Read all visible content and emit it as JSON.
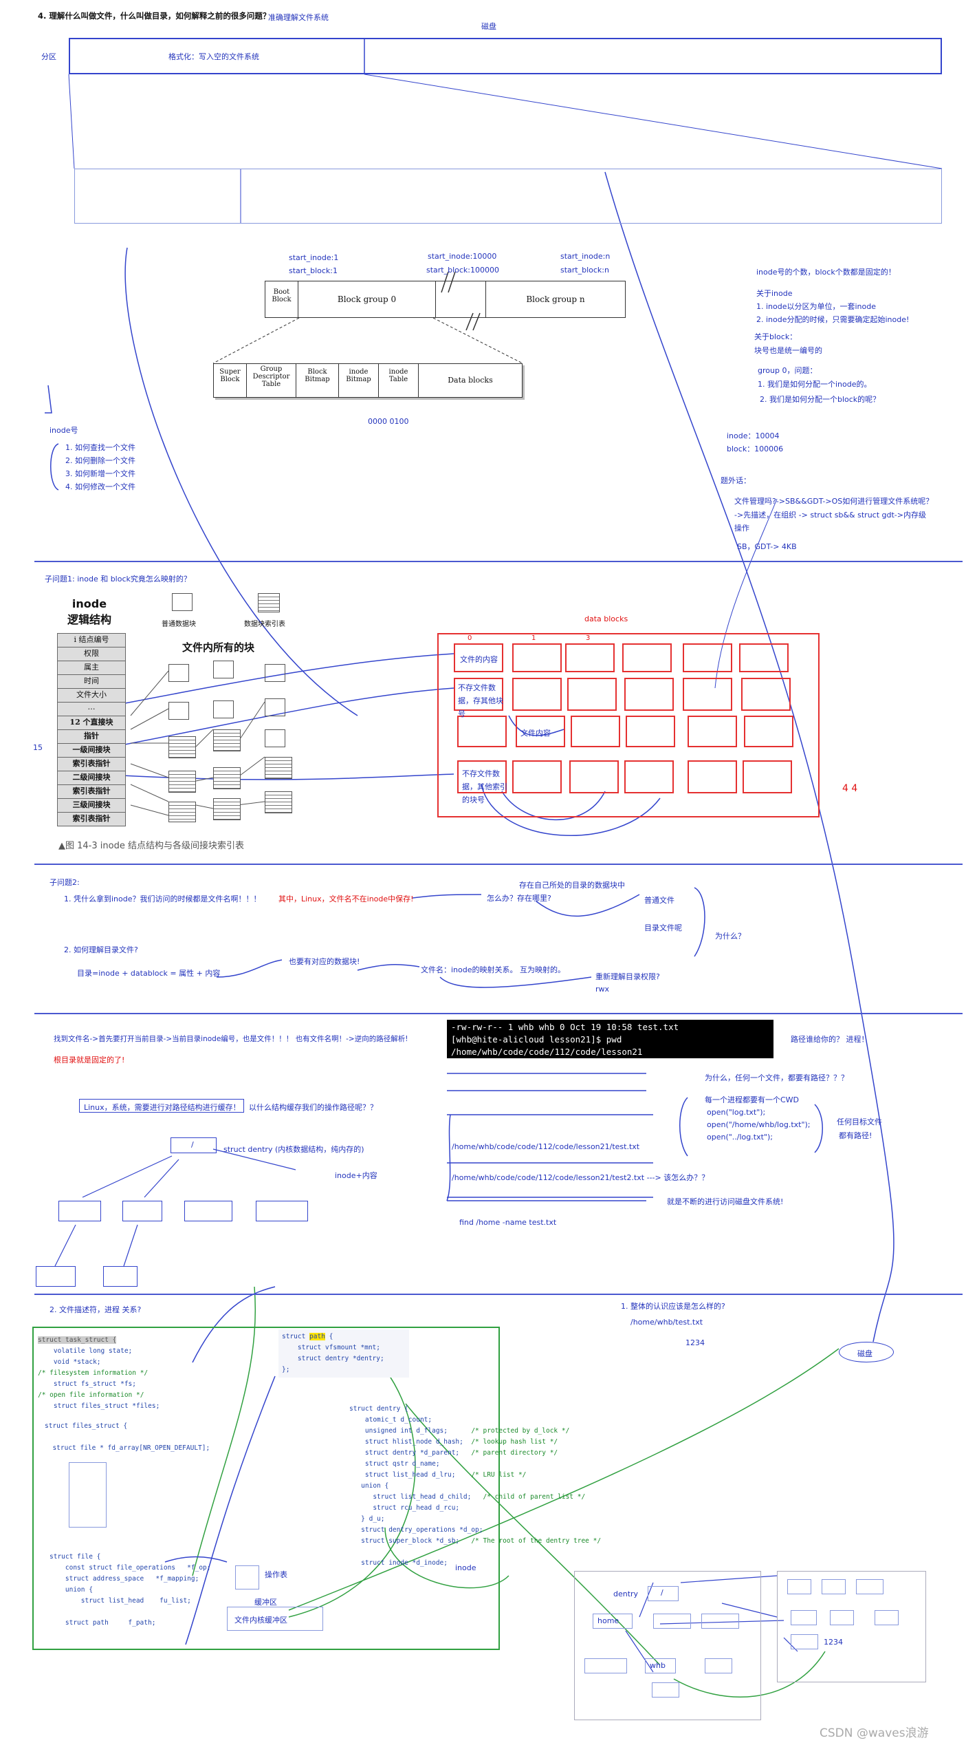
{
  "section1": {
    "title": "4. 理解什么叫做文件，什么叫做目录，如何解释之前的很多问题？",
    "subtitle": "准确理解文件系统",
    "disk_label": "磁盘",
    "partition_label": "分区",
    "format_label": "格式化：写入空的文件系统",
    "start_inode_1": "start_inode:1",
    "start_block_1": "start_block:1",
    "start_inode_10000": "start_inode:10000",
    "start_block_100000": "start_block:100000",
    "start_inode_n": "start_inode:n",
    "start_block_n": "start_block:n",
    "boot_block": "Boot Block",
    "block_group_0": "Block group 0",
    "block_group_n": "Block group n",
    "super_block": "Super Block",
    "group_descriptor": "Group Descriptor Table",
    "block_bitmap": "Block Bitmap",
    "inode_bitmap": "inode Bitmap",
    "inode_table": "inode Table",
    "data_blocks": "Data blocks",
    "bits": "0000 0100",
    "inode_num_label": "inode号",
    "ops": [
      "1. 如何查找一个文件",
      "2. 如何删除一个文件",
      "3. 如何新增一个文件",
      "4. 如何修改一个文件"
    ],
    "right_notes": [
      "inode号的个数，block个数都是固定的！",
      "关于inode",
      "1. inode以分区为单位，一套inode",
      "2. inode分配的时候，只需要确定起始inode!",
      "关于block：",
      "块号也是统一编号的",
      "group 0，问题：",
      "1. 我们是如何分配一个inode的。",
      "2. 我们是如何分配一个block的呢？"
    ],
    "inode_val": "inode：10004",
    "block_val": "block：100006",
    "extra_title": "题外话：",
    "extra_lines": [
      "文件管理吗?->SB&&GDT->OS如何进行管理文件系统呢？",
      "->先描述，在组织 -> struct sb&& struct gdt->内存级",
      "操作",
      "SB，GDT-> 4KB"
    ]
  },
  "section2": {
    "title": "子问题1: inode 和 block究竟怎么映射的？",
    "inode_logic_title": "inode 逻辑结构",
    "normal_block": "普通数据块",
    "index_block": "数据块索引表",
    "all_blocks": "文件内所有的块",
    "inode_fields": [
      "i 结点编号",
      "权限",
      "属主",
      "时间",
      "文件大小",
      "…",
      "12 个直接块",
      "指针",
      "一级间接块",
      "索引表指针",
      "二级间接块",
      "索引表指针",
      "三级间接块",
      "索引表指针"
    ],
    "fig_caption": "▲图 14-3    inode 结点结构与各级间接块索引表",
    "label_15": "15",
    "data_blocks_title": "data blocks",
    "col_0": "0",
    "col_1": "1",
    "col_3": "3",
    "file_content": "文件的内容",
    "not_content_1": "不存文件数据，存其他块号",
    "file_content2": "文件内容",
    "not_content_2": "不存文件数据，其他索引的块号",
    "scribble_44": "4 4"
  },
  "section3": {
    "title": "子问题2:",
    "q1": "1. 凭什么拿到inode？我们访问的时候都是文件名啊！！！",
    "q1_red": "其中，Linux，文件名不在inode中保存!",
    "how": "怎么办？",
    "where": "存在哪里?",
    "stored": "存在自己所处的目录的数据块中",
    "normal_file": "普通文件",
    "dir_file": "目录文件呢",
    "why": "为什么？",
    "q2": "2. 如何理解目录文件?",
    "dir_eq": "目录=inode + datablock = 属性 + 内容",
    "also_data": "也要有对应的数据块!",
    "filename_map": "文件名：inode的映射关系。 互为映射的。",
    "reunderstand": "重新理解目录权限?",
    "rwx": "rwx"
  },
  "section4": {
    "line1": "找到文件名->首先要打开当前目录->当前目录inode编号，也是文件！！！ 也有文件名啊！->逆向的路径解析!",
    "line2": "根目录就是固定的了!",
    "terminal": [
      "-rw-rw-r-- 1 whb whb 0 Oct 19 10:58 test.txt",
      "[whb@hite-alicloud lesson21]$ pwd",
      "/home/whb/code/code/112/code/lesson21"
    ],
    "path_who": "路径谁给你的？ 进程！",
    "why_path": "为什么，任何一个文件，都要有路径？？？",
    "cwd": "每一个进程都要有一个CWD",
    "opens": [
      "open(\"log.txt\");",
      "open(\"/home/whb/log.txt\");",
      "open(\"../log.txt\");"
    ],
    "any_file": "任何目标文件",
    "have_path": "都有路径!",
    "cache_box": "Linux，系统，需要进行对路径结构进行缓存！",
    "cache_q": "以什么结构缓存我们的操作路径呢？？",
    "root": "/",
    "dentry": "struct dentry (内核数据结构，纯内存的)",
    "inode_content": "inode+内容",
    "path1": "/home/whb/code/code/112/code/lesson21/test.txt",
    "path2": "/home/whb/code/code/112/code/lesson21/test2.txt ---> 该怎么办？？",
    "continuous": "就是不断的进行访问磁盘文件系统!",
    "find": "find /home -name test.txt"
  },
  "section5": {
    "title": "2. 文件描述符，进程 关系?",
    "q_overall": "1. 整体的认识应该是怎么样的?",
    "path": "/home/whb/test.txt",
    "num": "1234",
    "disk": "磁盘",
    "op_table": "操作表",
    "buffer": "缓冲区",
    "kernel_buffer": "文件内核缓冲区",
    "dentry": "dentry",
    "root": "/",
    "home": "home",
    "whb": "whb",
    "n1234": "1234",
    "inode_hand": "inode"
  },
  "watermark": "CSDN @waves浪游"
}
